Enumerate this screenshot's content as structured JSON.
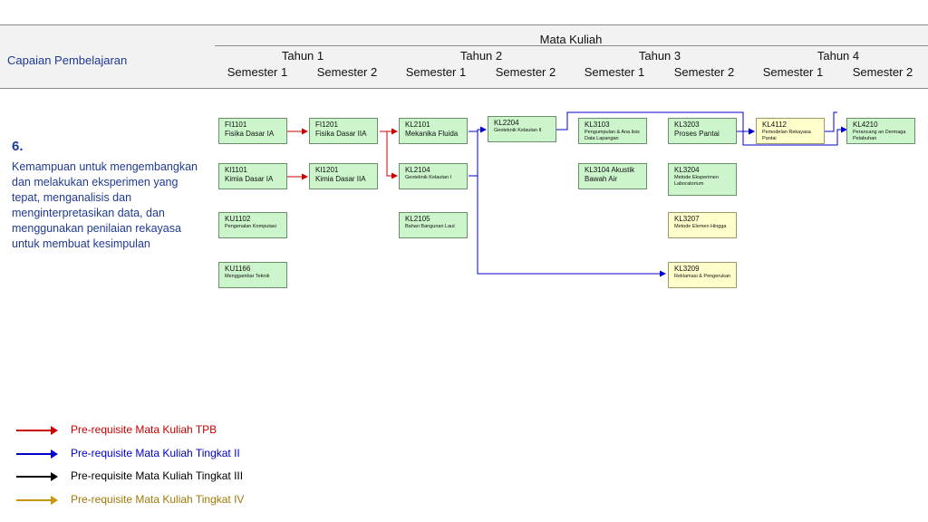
{
  "header": {
    "capaian_label": "Capaian Pembelajaran",
    "mata_kuliah_label": "Mata Kuliah",
    "years": [
      "Tahun 1",
      "Tahun 2",
      "Tahun 3",
      "Tahun 4"
    ],
    "semesters": [
      "Semester 1",
      "Semester 2",
      "Semester 1",
      "Semester 2",
      "Semester 1",
      "Semester 2",
      "Semester 1",
      "Semester 2"
    ]
  },
  "outcome": {
    "number": "6.",
    "text": "Kemampuan untuk mengembangkan dan melakukan eksperimen yang tepat, menganalisis dan menginterpretasikan data, dan menggunakan penilaian rekayasa untuk membuat kesimpulan"
  },
  "courses": {
    "fi1101": {
      "code": "FI1101",
      "name": "Fisika Dasar IA",
      "color": "#ccf5cc"
    },
    "ki1101": {
      "code": "KI1101",
      "name": "Kimia Dasar IA",
      "color": "#ccf5cc"
    },
    "ku1102": {
      "code": "KU1102",
      "name": "Pengenalan Komputasi",
      "color": "#ccf5cc"
    },
    "ku1166": {
      "code": "KU1166",
      "name": "Menggambar Teknik",
      "color": "#ccf5cc"
    },
    "fi1201": {
      "code": "FI1201",
      "name": "Fisika Dasar IIA",
      "color": "#ccf5cc"
    },
    "ki1201": {
      "code": "KI1201",
      "name": "Kimia Dasar IIA",
      "color": "#ccf5cc"
    },
    "kl2101": {
      "code": "KL2101",
      "name": "Mekanika Fluida",
      "color": "#ccf5cc"
    },
    "kl2104": {
      "code": "KL2104",
      "name": "Geoteknik Kelautan I",
      "color": "#ccf5cc"
    },
    "kl2105": {
      "code": "KL2105",
      "name": "Bahan Bangunan Laut",
      "color": "#ccf5cc"
    },
    "kl2204": {
      "code": "KL2204",
      "name": "Geoteknik Kelautan II",
      "color": "#ccf5cc"
    },
    "kl3103": {
      "code": "KL3103",
      "name": "Pengumpulan & Ana lisis Data Lapangan",
      "color": "#ccf5cc"
    },
    "kl3104": {
      "code": "KL3104 Akustik",
      "name": "Bawah Air",
      "color": "#ccf5cc"
    },
    "kl3203": {
      "code": "KL3203",
      "name": "Proses Pantai",
      "color": "#ccf5cc"
    },
    "kl3204": {
      "code": "KL3204",
      "name": "Metode Eksperimen Laboratorium",
      "color": "#ccf5cc"
    },
    "kl3207": {
      "code": "KL3207",
      "name": "Metode Elemen Hingga",
      "color": "#ffffcc"
    },
    "kl3209": {
      "code": "KL3209",
      "name": "Reklamasi & Pengerukan",
      "color": "#ffffcc"
    },
    "kl4112": {
      "code": "KL4112",
      "name": "Pemodelan Rekayasa Pantai",
      "color": "#ffffcc"
    },
    "kl4210": {
      "code": "KL4210",
      "name": "Perancang an Dermaga Pelabuhan",
      "color": "#ccf5cc"
    }
  },
  "legend": [
    {
      "label": "Pre-requisite Mata Kuliah TPB",
      "color": "#cc0000"
    },
    {
      "label": "Pre-requisite Mata Kuliah Tingkat II",
      "color": "#0000cc"
    },
    {
      "label": "Pre-requisite Mata Kuliah Tingkat III",
      "color": "#000000"
    },
    {
      "label": "Pre-requisite Mata Kuliah Tingkat IV",
      "color": "#c8960a"
    }
  ]
}
